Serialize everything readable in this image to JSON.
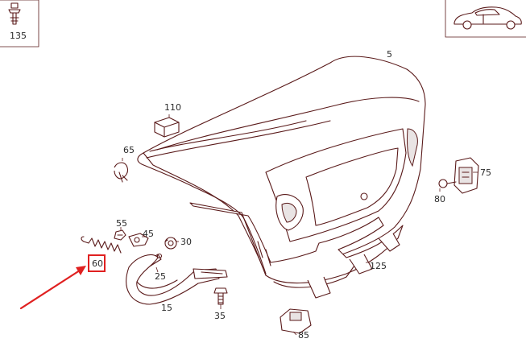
{
  "diagram": {
    "callouts": {
      "p135": "135",
      "p5": "5",
      "p110": "110",
      "p65": "65",
      "p75": "75",
      "p80": "80",
      "p55": "55",
      "p45": "45",
      "p30": "30",
      "p60": "60",
      "p25": "25",
      "p125": "125",
      "p15": "15",
      "p35": "35",
      "p85": "85"
    },
    "highlighted_part": "60",
    "colors": {
      "line_art": "#5a1a1a",
      "highlight": "#e02020",
      "arrow": "#e02020",
      "frame": "#333333"
    }
  }
}
